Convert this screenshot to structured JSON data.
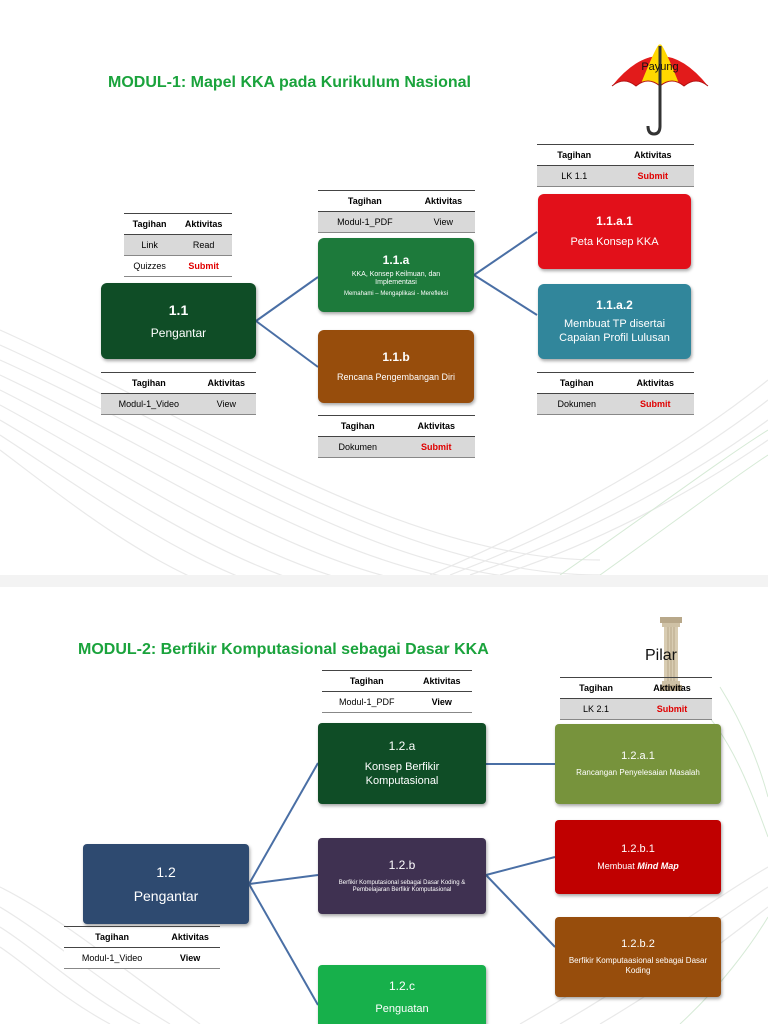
{
  "slides": [
    {
      "title": "MODUL-1: Mapel KKA pada Kurikulum Nasional",
      "umbrella_label": "Payung",
      "nodes": {
        "n11": {
          "code": "1.1",
          "label": "Pengantar",
          "color": "#0f4d26"
        },
        "n11a": {
          "code": "1.1.a",
          "label": "KKA, Konsep Keilmuan, dan Implementasi",
          "sub": "Memahami – Mengaplikasi - Merefleksi",
          "color": "#1d7a3b"
        },
        "n11b": {
          "code": "1.1.b",
          "label": "Rencana Pengembangan Diri",
          "color": "#974d0c"
        },
        "n11a1": {
          "code": "1.1.a.1",
          "label": "Peta Konsep KKA",
          "color": "#e2101a"
        },
        "n11a2": {
          "code": "1.1.a.2",
          "label": "Membuat TP disertai Capaian Profil Lulusan",
          "color": "#31869b"
        }
      },
      "tables": {
        "t11": {
          "headers": [
            "Tagihan",
            "Aktivitas"
          ],
          "rows": [
            [
              "Link",
              "Read"
            ],
            [
              "Quizzes",
              "Submit"
            ]
          ]
        },
        "t11b": {
          "headers": [
            "Tagihan",
            "Aktivitas"
          ],
          "rows": [
            [
              "Modul-1_Video",
              "View"
            ]
          ]
        },
        "t11a": {
          "headers": [
            "Tagihan",
            "Aktivitas"
          ],
          "rows": [
            [
              "Modul-1_PDF",
              "View"
            ]
          ]
        },
        "t11b2": {
          "headers": [
            "Tagihan",
            "Aktivitas"
          ],
          "rows": [
            [
              "Dokumen",
              "Submit"
            ]
          ]
        },
        "t11a1": {
          "headers": [
            "Tagihan",
            "Aktivitas"
          ],
          "rows": [
            [
              "LK 1.1",
              "Submit"
            ]
          ]
        },
        "t11a2": {
          "headers": [
            "Tagihan",
            "Aktivitas"
          ],
          "rows": [
            [
              "Dokumen",
              "Submit"
            ]
          ]
        }
      }
    },
    {
      "title": "MODUL-2: Berfikir Komputasional sebagai Dasar KKA",
      "pillar_label": "Pilar",
      "nodes": {
        "n12": {
          "code": "1.2",
          "label": "Pengantar",
          "color": "#2e4a70"
        },
        "n12a": {
          "code": "1.2.a",
          "label": "Konsep Berfikir Komputasional",
          "color": "#0f4d26"
        },
        "n12b": {
          "code": "1.2.b",
          "label": "Berfikir Komputasional sebagai Dasar Koding & Pembelajaran Berfikir Komputasional",
          "color": "#3f3151"
        },
        "n12c": {
          "code": "1.2.c",
          "label": "Penguatan",
          "color": "#17b04b"
        },
        "n12a1": {
          "code": "1.2.a.1",
          "label": "Rancangan Penyelesaian Masalah",
          "color": "#77933c"
        },
        "n12b1": {
          "code": "1.2.b.1",
          "label_plain": "Membuat ",
          "label_em": "Mind Map",
          "color": "#c00000"
        },
        "n12b2": {
          "code": "1.2.b.2",
          "label": "Berfikir Komputaasional sebagai Dasar Koding",
          "color": "#974d0c"
        }
      },
      "tables": {
        "t12": {
          "headers": [
            "Tagihan",
            "Aktivitas"
          ],
          "rows": [
            [
              "Modul-1_Video",
              "View"
            ]
          ]
        },
        "t12a": {
          "headers": [
            "Tagihan",
            "Aktivitas"
          ],
          "rows": [
            [
              "Modul-1_PDF",
              "View"
            ]
          ]
        },
        "t12a1": {
          "headers": [
            "Tagihan",
            "Aktivitas"
          ],
          "rows": [
            [
              "LK 2.1",
              "Submit"
            ]
          ]
        }
      }
    }
  ]
}
